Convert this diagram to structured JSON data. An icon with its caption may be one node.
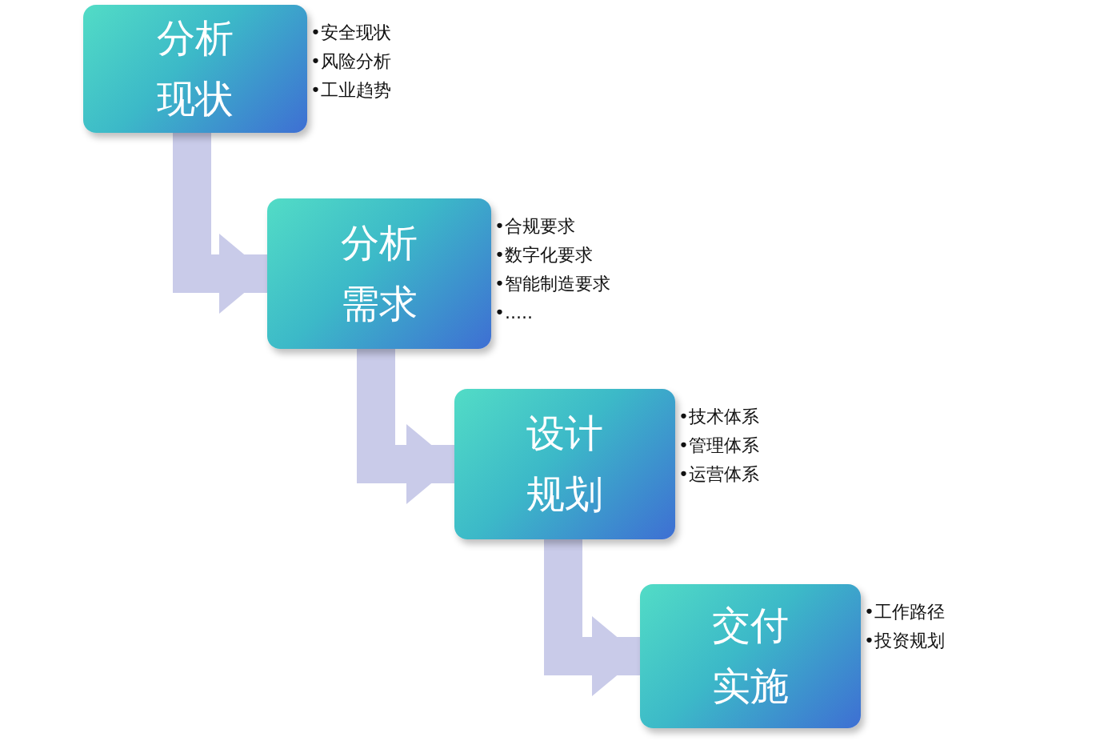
{
  "diagram": {
    "nodes": [
      {
        "text": [
          "分析现状"
        ],
        "beside": [
          "•安全现状",
          "•风险分析",
          "•工业趋势"
        ]
      },
      {
        "text": [
          "分析需求"
        ],
        "beside": [
          "•合规要求",
          "•数字化要求",
          "•智能制造要求",
          "•....."
        ]
      },
      {
        "text": [
          "设计规划"
        ],
        "beside": [
          "•技术体系",
          "•管理体系",
          "•运营体系"
        ]
      },
      {
        "text": [
          "交付实施"
        ],
        "beside": [
          "•工作路径",
          "•投资规划"
        ]
      }
    ],
    "edges": [
      {
        "from": 0,
        "to": 1,
        "arrow": "to"
      },
      {
        "from": 1,
        "to": 2,
        "arrow": "to"
      },
      {
        "from": 2,
        "to": 3,
        "arrow": "to"
      }
    ]
  }
}
